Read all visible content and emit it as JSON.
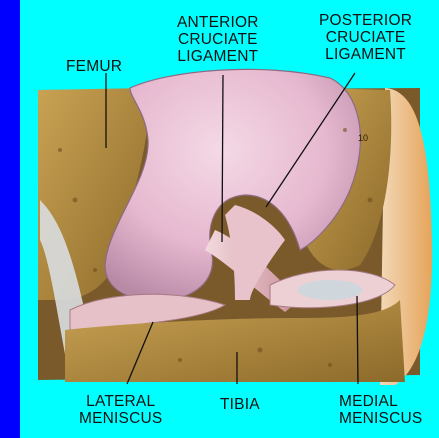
{
  "colors": {
    "frame": "#0000ff",
    "background": "#00ffff",
    "bone": "#b5913f",
    "cartilage": "#eec7d4",
    "ligament": "#e6b9c0"
  },
  "labels": {
    "femur": "FEMUR",
    "acl": [
      "ANTERIOR",
      "CRUCIATE",
      "LIGAMENT"
    ],
    "pcl": [
      "POSTERIOR",
      "CRUCIATE",
      "LIGAMENT"
    ],
    "lateral_meniscus": [
      "LATERAL",
      "MENISCUS"
    ],
    "tibia": "TIBIA",
    "medial_meniscus": [
      "MEDIAL",
      "MENISCUS"
    ],
    "illustration_number": "10"
  }
}
